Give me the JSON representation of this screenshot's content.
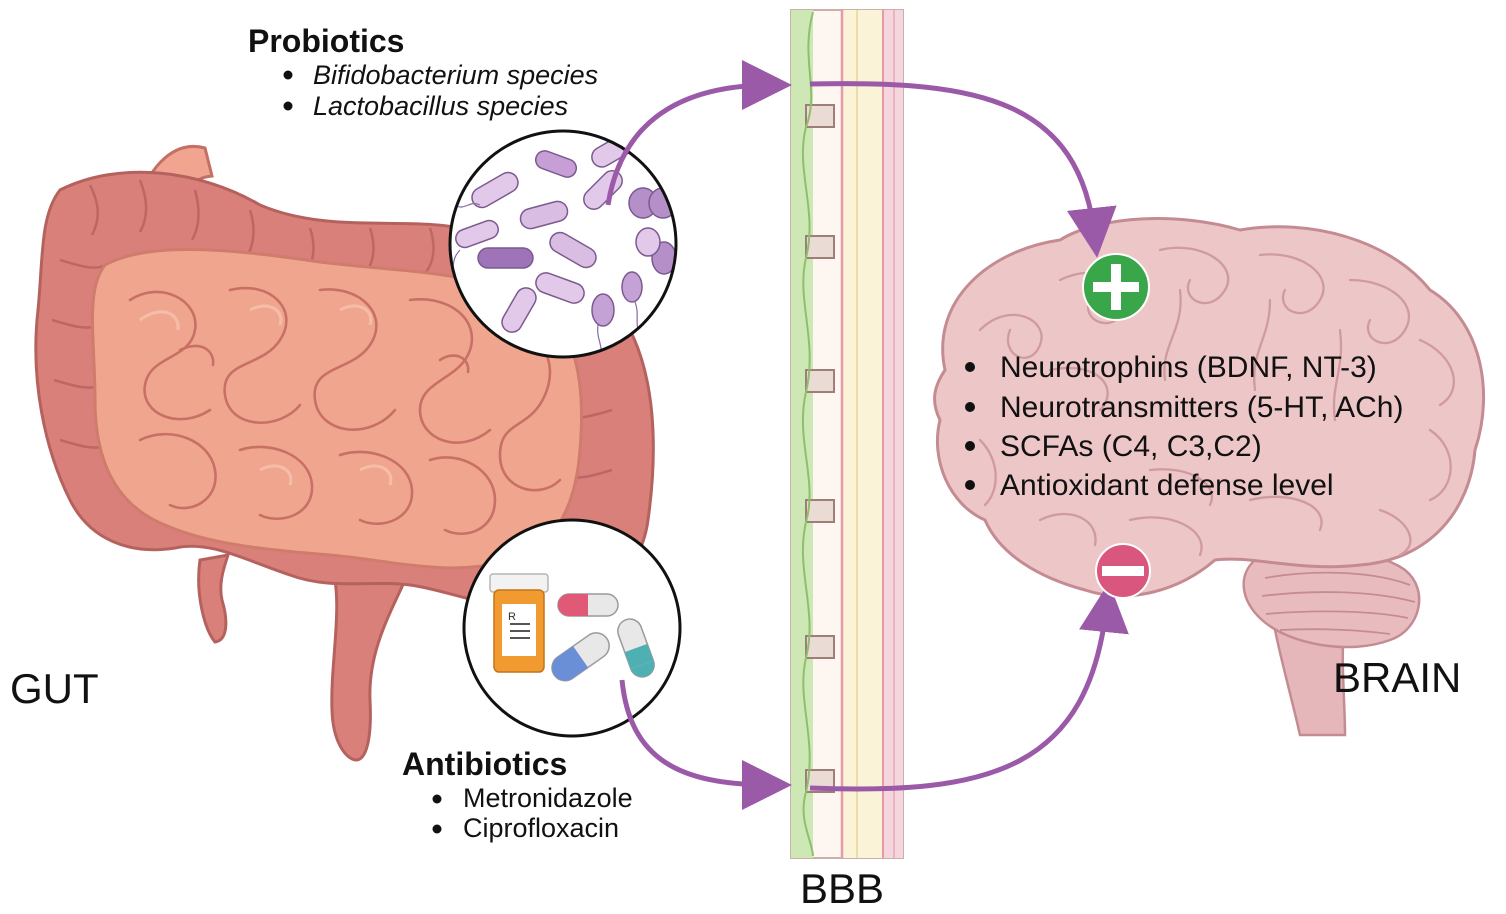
{
  "labels": {
    "gut": "GUT",
    "brain": "BRAIN",
    "bbb": "BBB"
  },
  "probiotics": {
    "heading": "Probiotics",
    "items": [
      "Bifidobacterium species",
      "Lactobacillus species"
    ]
  },
  "antibiotics": {
    "heading": "Antibiotics",
    "items": [
      "Metronidazole",
      "Ciprofloxacin"
    ]
  },
  "brain_effects": {
    "items": [
      "Neurotrophins (BDNF, NT-3)",
      "Neurotransmitters (5-HT, ACh)",
      "SCFAs (C4, C3,C2)",
      "Antioxidant defense level"
    ]
  },
  "colors": {
    "arrow": "#9b5aa8",
    "positive": "#3aa64a",
    "negative": "#d9577e",
    "intestine": "#f0a68e",
    "colon": "#d9807a",
    "brain": "#edc6c8"
  },
  "icons": [
    "plus-icon",
    "minus-icon",
    "bacteria-icon",
    "pill-bottle-icon",
    "capsule-icon"
  ]
}
